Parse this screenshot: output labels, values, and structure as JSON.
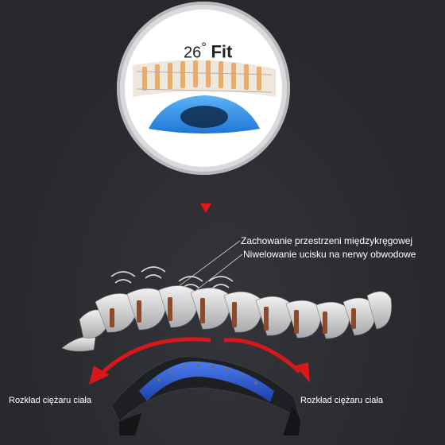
{
  "inset": {
    "angle_label": "26",
    "degree_sign": "°",
    "fit_label": "Fit"
  },
  "annotations": {
    "line1": "Zachowanie przestrzeni międzykręgowej",
    "line2": "Niwelowanie ucisku na nerwy obwodowe"
  },
  "weight": {
    "left": "Rozkład ciężaru ciała",
    "right": "Rozkład ciężaru ciała"
  },
  "colors": {
    "background": "#2b2c31",
    "accent_red": "#e01818",
    "stretcher_blue": "#2f5fd6",
    "pad_blue": "#2f8be8"
  }
}
